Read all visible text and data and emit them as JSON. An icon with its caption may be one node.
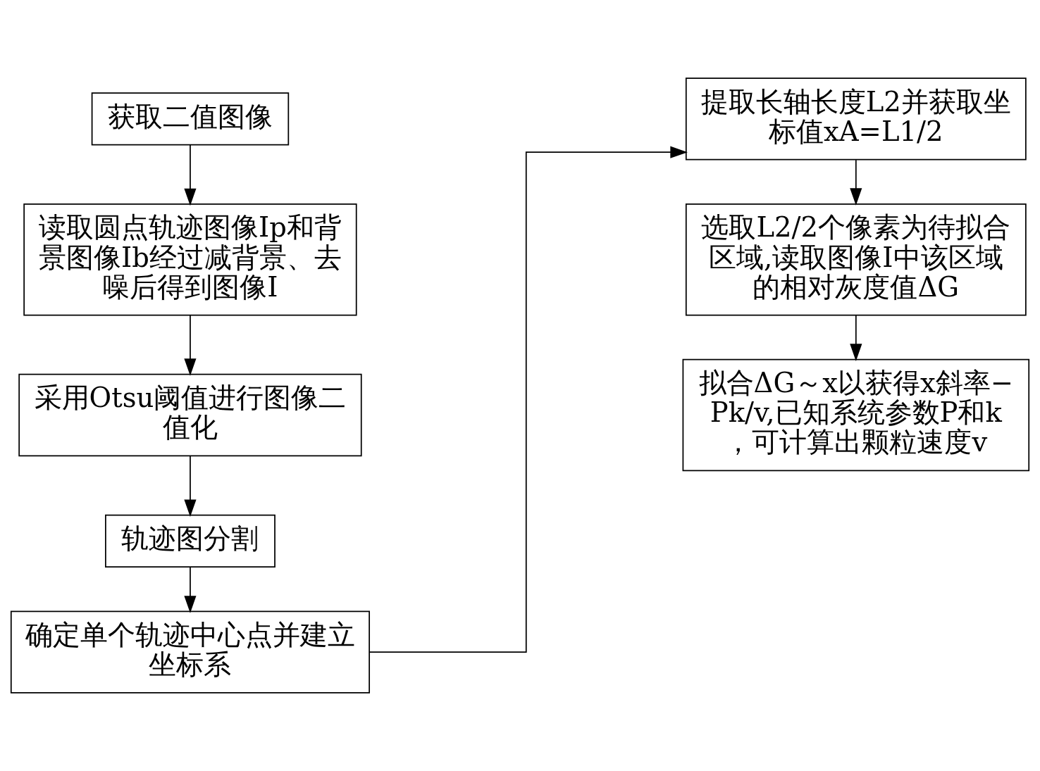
{
  "diagram": {
    "nodes": [
      {
        "text": [
          "获取二值图像"
        ]
      },
      {
        "text": [
          "读取圆点轨迹图像Ip和背景图像Ib经过减背景、去噪后得到图像I"
        ]
      },
      {
        "text": [
          "采用Otsu阈值进行图像二值化"
        ]
      },
      {
        "text": [
          "轨迹图分割"
        ]
      },
      {
        "text": [
          "确定单个轨迹中心点并建立坐标系"
        ]
      },
      {
        "text": [
          "提取长轴长度L2并获取坐标值xA=L1/2"
        ]
      },
      {
        "text": [
          "选取L2/2个像素为待拟合区域,读取图像I中该区域的相对灰度值ΔG"
        ]
      },
      {
        "text": [
          "拟合ΔG～x以获得x斜率−Pk/v,已知系统参数P和k，可计算出颗粒速度v"
        ]
      }
    ],
    "edges": [
      {
        "from": 0,
        "to": 1,
        "arrow": "to"
      },
      {
        "from": 1,
        "to": 2,
        "arrow": "to"
      },
      {
        "from": 2,
        "to": 3,
        "arrow": "to"
      },
      {
        "from": 3,
        "to": 4,
        "arrow": "to"
      },
      {
        "from": 4,
        "to": 5,
        "arrow": "to"
      },
      {
        "from": 5,
        "to": 6,
        "arrow": "to"
      },
      {
        "from": 6,
        "to": 7,
        "arrow": "to"
      }
    ]
  }
}
